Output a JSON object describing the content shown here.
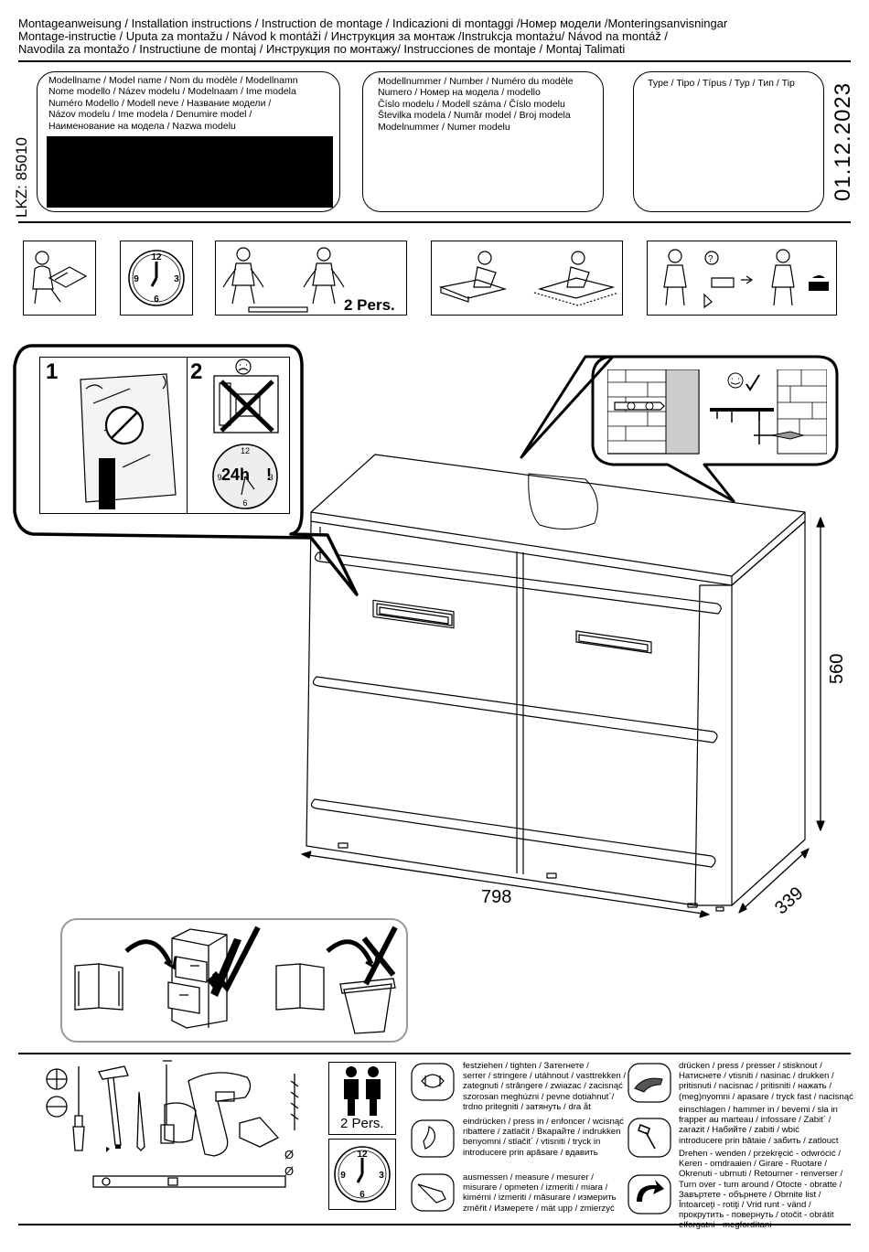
{
  "header": {
    "lines": [
      "Montageanweisung   / Installation instructions / Instruction de montage / Indicazioni di montaggi /Номер модели /Monteringsanvisningar",
      "Montage-instructie / Uputa za montažu / Návod k montáži / Инструкция за монтаж /Instrukcja montażu/ Návod na montáž /",
      "Navodila za montažo / Instructiune de montaj / Инструкция по монтажу/ Instrucciones de montaje / Montaj Talimati"
    ]
  },
  "info": {
    "model_name_label": "Modellname / Model name / Nom du modèle / Modellnamn\nNome modello / Název modelu / Modelnaam / Ime modela\nNuméro Modello / Modell neve / Название модели /\nNázov modelu / Ime modela / Denumire model /\nНаименование на модела / Nazwa modelu",
    "model_number_label": "Modellnummer / Number / Numéro du modèle\nNumero /  Номер на модела / modello\nČíslo modelu / Modell száma / Číslo modelu\nŠtevilka modela / Număr model / Broj modela\nModelnummer / Numer modelu",
    "type_label": "Type / Tipo / Típus / Typ / Тип / Tip",
    "lkz": "LKZ: 85010",
    "date": "01.12.2023"
  },
  "icons_row": {
    "two_persons": "2 Pers."
  },
  "callout_left": {
    "step1": "1",
    "step2": "2",
    "clock_text": "24h"
  },
  "dimensions": {
    "width": "798",
    "height": "560",
    "depth": "339"
  },
  "tools": {
    "two_persons": "2 Pers.",
    "diameter1": "Ø",
    "diameter2": "Ø"
  },
  "legend": {
    "tighten": "festziehen / tighten / Затегнете /\nserrer / stringere / utáhnout / vasttrekken /\nzategnuti / strângere / zwiazac / zacisnąć\nszorosan meghúzni / pevne dotiahnut´/\ntrdno pritegniti / затянуть / dra åt",
    "press_in": "eindrücken / press in / enfoncer / wcisnąć\nribattere / zatlačit / Вкарайте / indrukken\nbenyomni / stlačit´ / vtisniti / tryck in\nintroducere prin apăsare / вдавить",
    "measure": "ausmessen / measure / mesurer /\nmisurare / opmeten / izmeriti / miara /\nkimérni / izmeriti / măsurare / измерить\nzměřit / Измерете / mät upp / zmierzyć",
    "press": "drücken / press / presser / stisknout /\nНатиснете / vtisniti / nasinac / drukken /\npritisnuti / nacisnac / pritisniti / нажать /\n(meg)nyomni / apasare / tryck fast / nacisnąć",
    "hammer": "einschlagen / hammer in / bevemi / sla in\nfrapper au marteau / infossare / Zabit´ /\nzarazit / Набийте / zabiti / wbić\nintroducere prin bătaie / забить / zatlouct",
    "turn": "Drehen - wenden / przekręcić - odwrócić /\nKeren - omdraaien / Girare - Ruotare /\nOkrenuti - ubrnuti / Retourner - renverser /\nTurn over - turn around / Otocte - obratte /\nЗавъртете - обърнете / Obrnite list /\nÎntoarceţi - rotiţi / Vrid runt - vänd /\nпрокрутить - повернуть / otočit - obrátit\nelforgatni - megfordítani"
  }
}
